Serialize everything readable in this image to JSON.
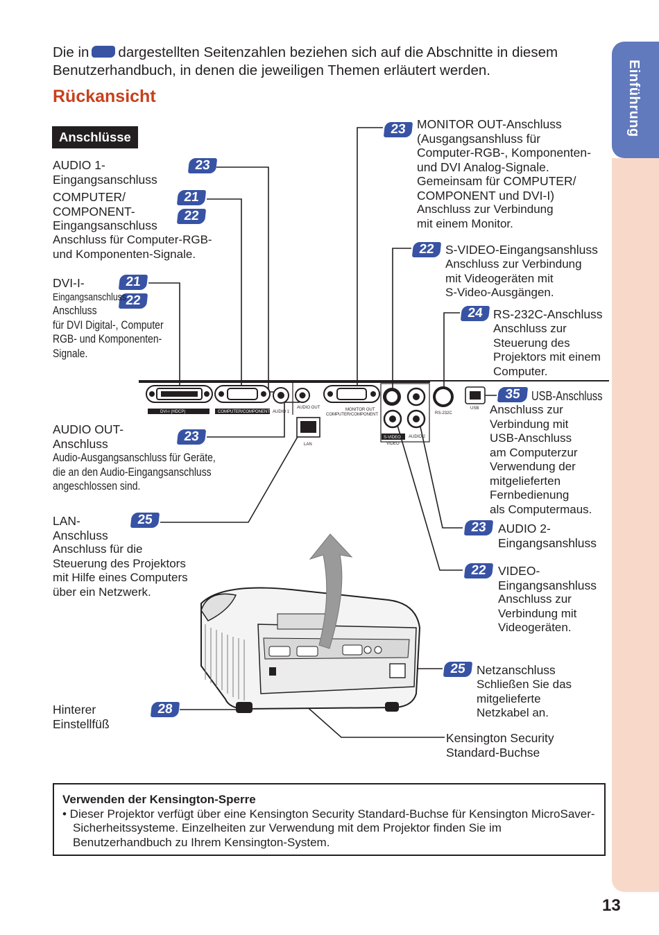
{
  "intro": {
    "before": "Die in",
    "after": "dargestellten Seitenzahlen beziehen sich auf die Abschnitte in diesem Benutzerhandbuch, in denen die jeweiligen Themen erläutert werden."
  },
  "heading": "Rückansicht",
  "section_tag": "Anschlüsse",
  "side_tab": "Einführung",
  "page_number": "13",
  "callouts": {
    "audio1": {
      "badge": "23",
      "title": "AUDIO 1-\nEingangsanschluss"
    },
    "computer": {
      "badges": [
        "21",
        "22"
      ],
      "title": "COMPUTER/\nCOMPONENT-\nEingangsanschluss",
      "desc": "Anschluss für Computer-RGB-\nund Komponenten-Signale."
    },
    "dvi": {
      "badges": [
        "21",
        "22"
      ],
      "title": "DVI-I-",
      "cond1": "Eingangsanschluss",
      "desc": "Anschluss\nfür DVI Digital-, Computer\nRGB- und Komponenten-\nSignale."
    },
    "audio_out": {
      "badge": "23",
      "title": "AUDIO OUT-\nAnschluss",
      "desc": "Audio-Ausgangsanschluss für Geräte,\ndie an den Audio-Eingangsanschluss\nangeschlossen sind."
    },
    "lan": {
      "badge": "25",
      "title": "LAN-\nAnschluss",
      "desc": "Anschluss für die\nSteuerung des Projektors\nmit Hilfe eines Computers\nüber ein Netzwerk."
    },
    "foot": {
      "badge": "28",
      "title": "Hinterer\nEinstellfüß"
    },
    "monitor": {
      "badge": "23",
      "title": "MONITOR OUT-Anschluss\n(Ausgangsanshluss für\nComputer-RGB-, Komponenten-\nund DVI Analog-Signale.\nGemeinsam für COMPUTER/\nCOMPONENT und DVI-I)",
      "desc": "Anschluss zur Verbindung\nmit einem Monitor."
    },
    "svideo": {
      "badge": "22",
      "title": "S-VIDEO-Eingangsanshluss",
      "desc": "Anschluss zur Verbindung\nmit Videogeräten mit\nS-Video-Ausgängen."
    },
    "rs232": {
      "badge": "24",
      "title": "RS-232C-Anschluss",
      "desc": "Anschluss zur\nSteuerung des\nProjektors mit einem\nComputer."
    },
    "usb": {
      "badge": "35",
      "title": "USB-Anschluss",
      "desc": "Anschluss zur\nVerbindung mit\nUSB-Anschluss\nam Computerzur\nVerwendung der\nmitgelieferten\nFernbedienung\nals Computermaus."
    },
    "audio2": {
      "badge": "23",
      "title": "AUDIO 2-\nEingangsanshluss"
    },
    "video": {
      "badge": "22",
      "title": "VIDEO-\nEingangsanshluss",
      "desc": "Anschluss zur\nVerbindung mit\nVideogeräten."
    },
    "power": {
      "badge": "25",
      "title": "Netzanschluss",
      "desc": "Schließen Sie das\nmitgelieferte\nNetzkabel an."
    },
    "kensington": {
      "title": "Kensington Security\nStandard-Buchse"
    }
  },
  "panel_labels": {
    "dvi": "DVI-I (HDCP)",
    "computer": "COMPUTER/COMPONENT",
    "audio1": "AUDIO 1",
    "audio_out": "AUDIO OUT",
    "monitor": "MONITOR OUT\nCOMPUTER/COMPONENT",
    "lan": "LAN",
    "svideo": "S-VIDEO",
    "video": "VIDEO",
    "audio2": "AUDIO 2",
    "rs232": "RS-232C",
    "usb": "USB"
  },
  "note": {
    "title": "Verwenden der Kensington-Sperre",
    "body": "• Dieser Projektor verfügt über eine Kensington Security Standard-Buchse für Kensington MicroSaver-Sicherheitssysteme. Einzelheiten zur Verwendung mit dem Projektor finden Sie im Benutzerhandbuch zu Ihrem Kensington-System."
  },
  "colors": {
    "badge": "#3853a4",
    "heading": "#c8401c",
    "side_tab": "#6179bd",
    "side_strip": "#f8d9c9"
  }
}
